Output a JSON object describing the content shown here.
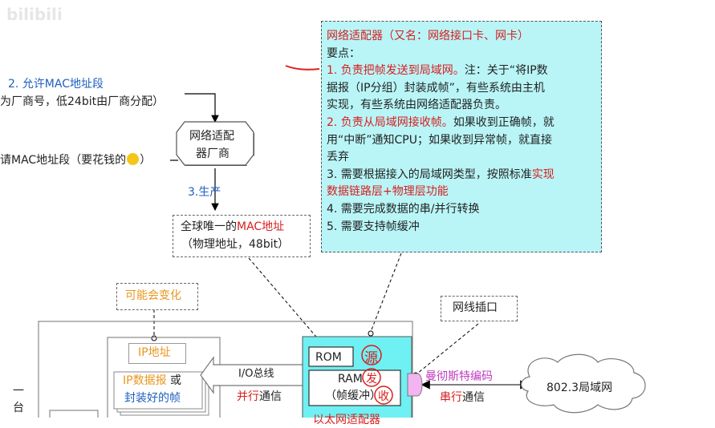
{
  "watermark": "bilibili",
  "left_texts": {
    "allow_mac": "2. 允许MAC地址段",
    "vendor_split": "为厂商号，低24bit由厂商分配）",
    "apply_mac": "请MAC地址段（要花钱的",
    "apply_mac_end": "）"
  },
  "vendor_box": {
    "line1": "网络适配",
    "line2": "器厂商"
  },
  "produce_label": "3.生产",
  "mac_box": {
    "pre": "全球唯一的",
    "mac": "MAC地址",
    "line2": "（物理地址，48bit）"
  },
  "may_change": "可能会变化",
  "ip_label": "IP地址",
  "stack": {
    "ip_datagram": "IP数据报",
    "or": " 或",
    "frame": "封装好的帧"
  },
  "io_bus": {
    "line1": "I/O总线",
    "parallel": "并行",
    "comm": "通信"
  },
  "adapter": {
    "rom": "ROM",
    "ram": "RAM",
    "buffer": "（帧缓冲）"
  },
  "handwriting": [
    "源",
    "发",
    "收"
  ],
  "cable_port": "网线插口",
  "manchester": "曼彻斯特编码",
  "serial": {
    "serial": "串行",
    "comm": "通信"
  },
  "lan_cloud": "802.3局域网",
  "vertical_label": [
    "一",
    "台"
  ],
  "bottom_cut": "以太网适配器",
  "note": {
    "title": "网络适配器（又名：网络接口卡、网卡）",
    "key_points": "要点：",
    "p1_red": "1. 负责把帧发送到局域网。",
    "p1_rest": "注：关于“将IP数",
    "p1_l2": "据报（IP分组）封装成帧”，有些系统由主机",
    "p1_l3": "实现，有些系统由网络适配器负责。",
    "p2_red": "2. 负责从局域网接收帧。",
    "p2_rest": "如果收到正确帧，就",
    "p2_l2": "用“中断”通知CPU；如果收到异常帧，就直接",
    "p2_l3": "丢弃",
    "p3_a": "3. 需要根据接入的局域网类型，按照标准",
    "p3_red1": "实现",
    "p3_red2": "数据链路层+物理层功能",
    "p4": "4. 需要完成数据的串/并行转换",
    "p5": "5. 需要支持帧缓冲"
  },
  "colors": {
    "note_bg": "#b9f5f7",
    "red": "#d81e1e",
    "blue": "#1f5fbf",
    "orange": "#e8961e",
    "purple": "#c03cc0"
  }
}
